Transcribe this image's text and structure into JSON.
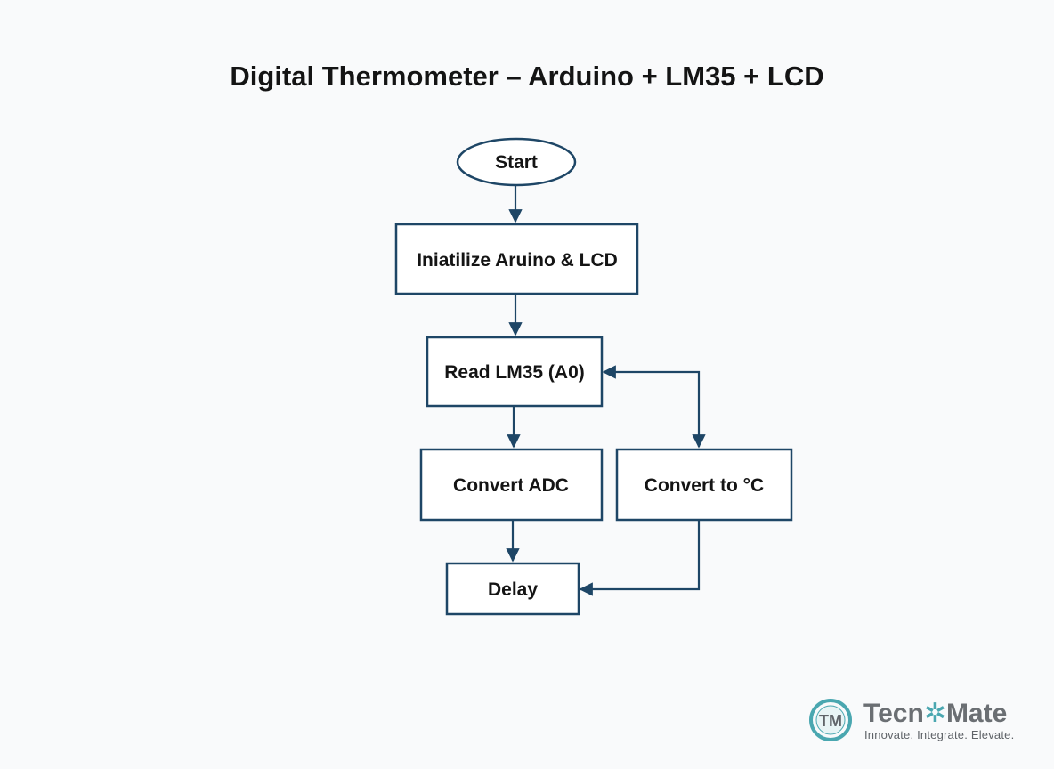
{
  "title": "Digital Thermometer – Arduino + LM35 + LCD",
  "nodes": {
    "start": "Start",
    "init": "Iniatilize Aruino & LCD",
    "read": "Read LM35 (A0)",
    "convert_adc": "Convert ADC",
    "convert_c": "Convert to °C",
    "delay": "Delay"
  },
  "logo": {
    "name_part1": "Tecn",
    "gear_glyph": "✲",
    "name_part2": "Mate",
    "tagline": "Innovate. Integrate. Elevate.",
    "mark_letters": "TM",
    "accent_color": "#4aa7b0",
    "text_color": "#6b6f73"
  },
  "colors": {
    "stroke": "#1e4666",
    "background": "#f9fafb"
  }
}
